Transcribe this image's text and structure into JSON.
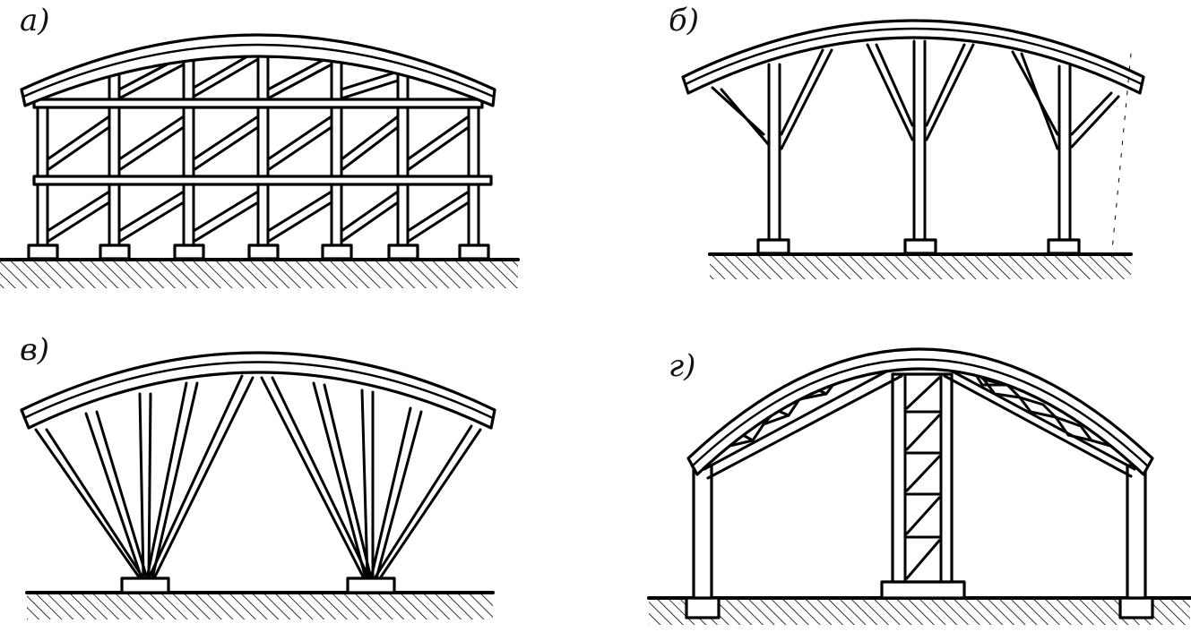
{
  "panels": [
    {
      "id": "a",
      "label": "а)"
    },
    {
      "id": "b",
      "label": "б)"
    },
    {
      "id": "v",
      "label": "в)"
    },
    {
      "id": "g",
      "label": "г)"
    }
  ]
}
